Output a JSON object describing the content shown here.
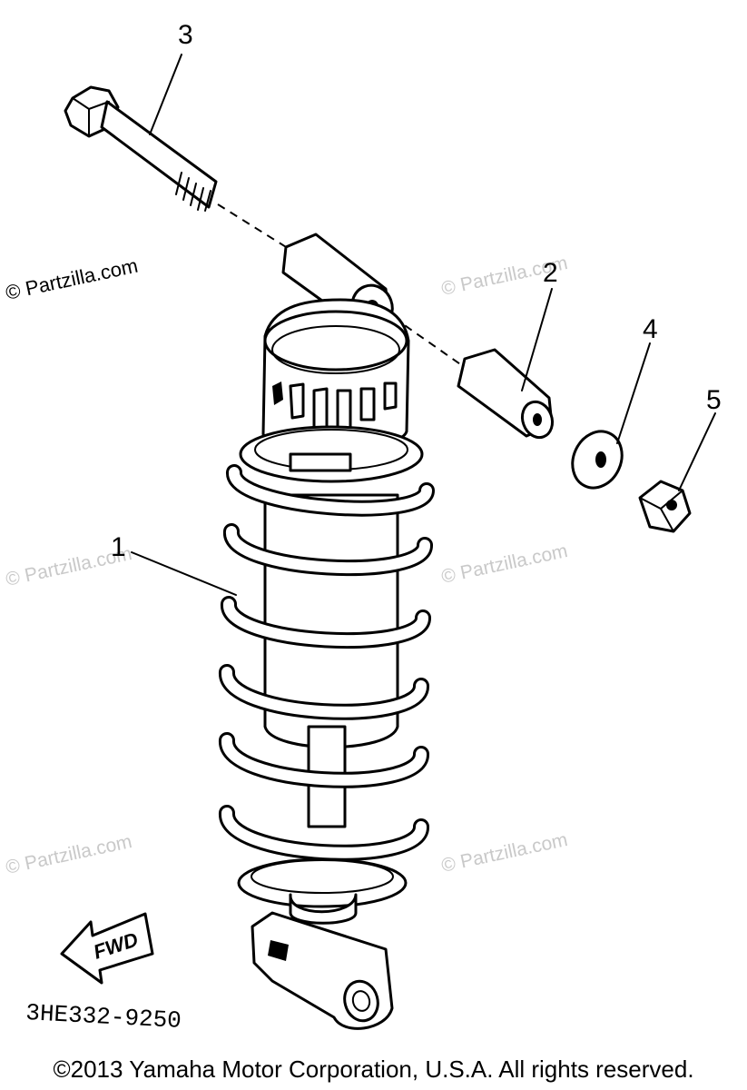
{
  "watermark": "© Partzilla.com",
  "callouts": {
    "part1": "1",
    "part2": "2",
    "part3": "3",
    "part4": "4",
    "part5": "5"
  },
  "arrow_label": "FWD",
  "diagram_code": "3HE332-9250",
  "copyright": "©2013 Yamaha Motor Corporation, U.S.A. All rights reserved."
}
